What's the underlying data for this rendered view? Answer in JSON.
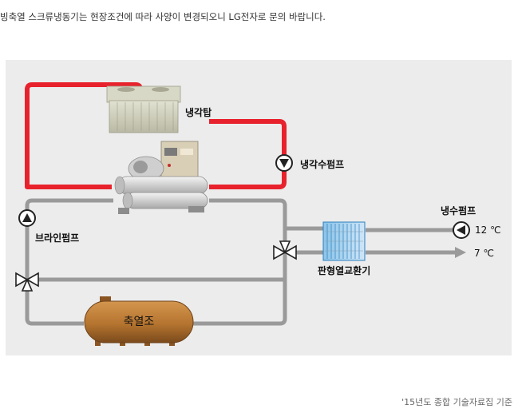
{
  "note": "빙축열 스크류냉동기는 현장조건에 따라 사양이 변경되오니 LG전자로 문의 바랍니다.",
  "labels": {
    "cooling_tower": "냉각탑",
    "cooling_water_pump": "냉각수펌프",
    "brine_pump": "브라인펌프",
    "chilled_water_pump": "냉수펌프",
    "plate_heat_exchanger": "판형열교환기",
    "ice_storage_tank": "축열조",
    "temp_supply": "12 ℃",
    "temp_return": "7 ℃"
  },
  "source": "'15년도 종합 기술자료집 기준",
  "colors": {
    "condenser_loop": "#e8222c",
    "brine_loop": "#9a9a9a",
    "panel_bg": "#ececec",
    "tank": "#b5742f"
  }
}
